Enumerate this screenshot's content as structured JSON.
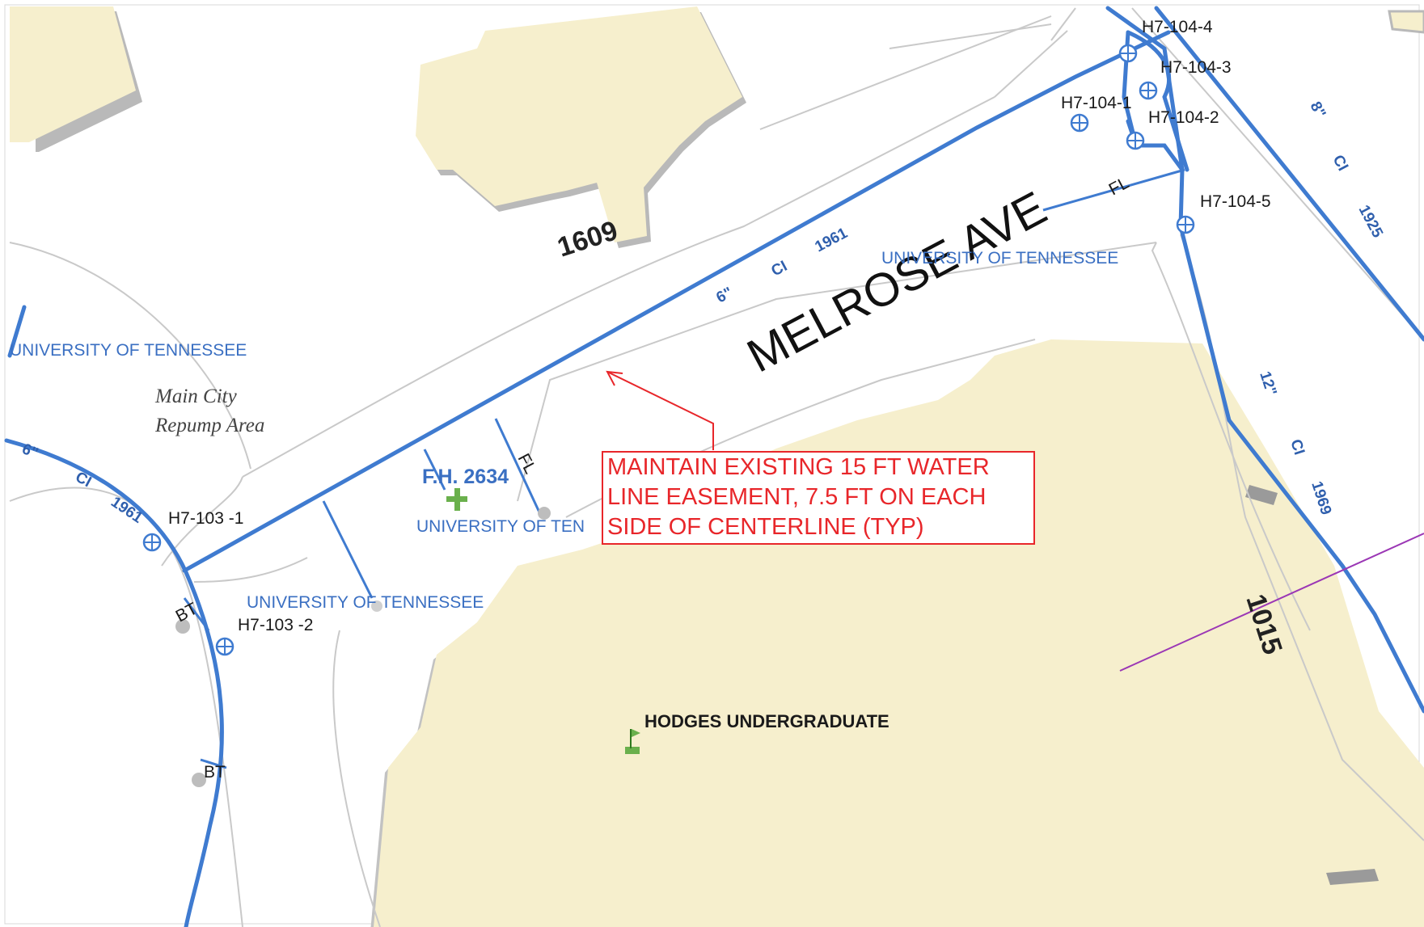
{
  "labels": {
    "address_1609": "1609",
    "address_1015": "1015",
    "street": "MELROSE AVE",
    "owner_top_right": "UNIVERSITY OF TENNESSEE",
    "owner_left": "UNIVERSITY OF TENNESSEE",
    "owner_mid": "UNIVERSITY OF TEN",
    "owner_bottom": "UNIVERSITY OF TENNESSEE",
    "repump_line1": "Main City",
    "repump_line2": "Repump Area",
    "hydrant": "F.H. 2634",
    "building": "HODGES UNDERGRADUATE",
    "fl_1": "FL",
    "fl_2": "FL",
    "bt_1": "BT",
    "bt_2": "BT"
  },
  "valves": {
    "h7_104_4": "H7-104-4",
    "h7_104_3": "H7-104-3",
    "h7_104_1": "H7-104-1",
    "h7_104_2": "H7-104-2",
    "h7_104_5": "H7-104-5",
    "h7_103_1": "H7-103 -1",
    "h7_103_2": "H7-103 -2"
  },
  "pipes": {
    "melrose_size": "6\"",
    "melrose_mat": "CI",
    "melrose_year": "1961",
    "left_size": "6\"",
    "left_mat": "CI",
    "left_year": "1961",
    "right_size": "8\"",
    "right_mat": "CI",
    "right_year": "1925",
    "right2_size": "12\"",
    "right2_mat": "CI",
    "right2_year": "1969"
  },
  "annotation": {
    "line1": "MAINTAIN EXISTING 15 FT WATER",
    "line2": "LINE EASEMENT, 7.5 FT ON EACH",
    "line3": "SIDE OF CENTERLINE (TYP)"
  },
  "colors": {
    "building_fill": "#f6efcd",
    "pipe": "#3f7bd0",
    "annotation": "#e8262a",
    "parcel_line": "#c9c9c9"
  }
}
